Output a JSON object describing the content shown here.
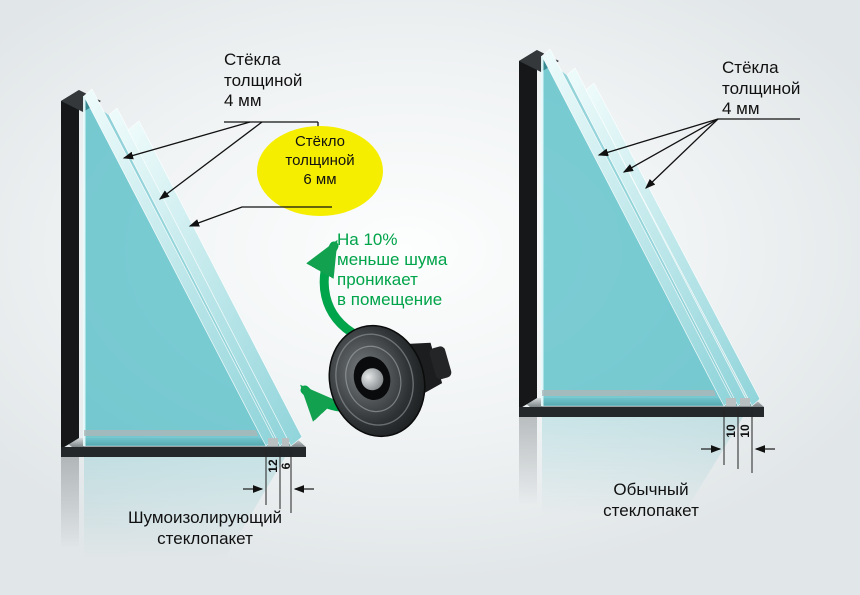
{
  "left_unit": {
    "glass_label": "Стёкла\nтолщиной\n4 мм",
    "thick_glass_callout": "Стёкло\nтолщиной\n6 мм",
    "noise_note": "На 10%\nменьше шума\nпроникает\nв помещение",
    "gap_dim_1": "12",
    "gap_dim_2": "6",
    "caption": "Шумоизолирующий\nстеклопакет"
  },
  "right_unit": {
    "glass_label": "Стёкла\nтолщиной\n4 мм",
    "gap_dim_1": "10",
    "gap_dim_2": "10",
    "caption": "Обычный\nстеклопакет"
  },
  "colors": {
    "accent_green": "#00a44a",
    "callout_yellow": "#f6ee00",
    "glass_teal": "#3ab5c1",
    "text": "#111111"
  }
}
